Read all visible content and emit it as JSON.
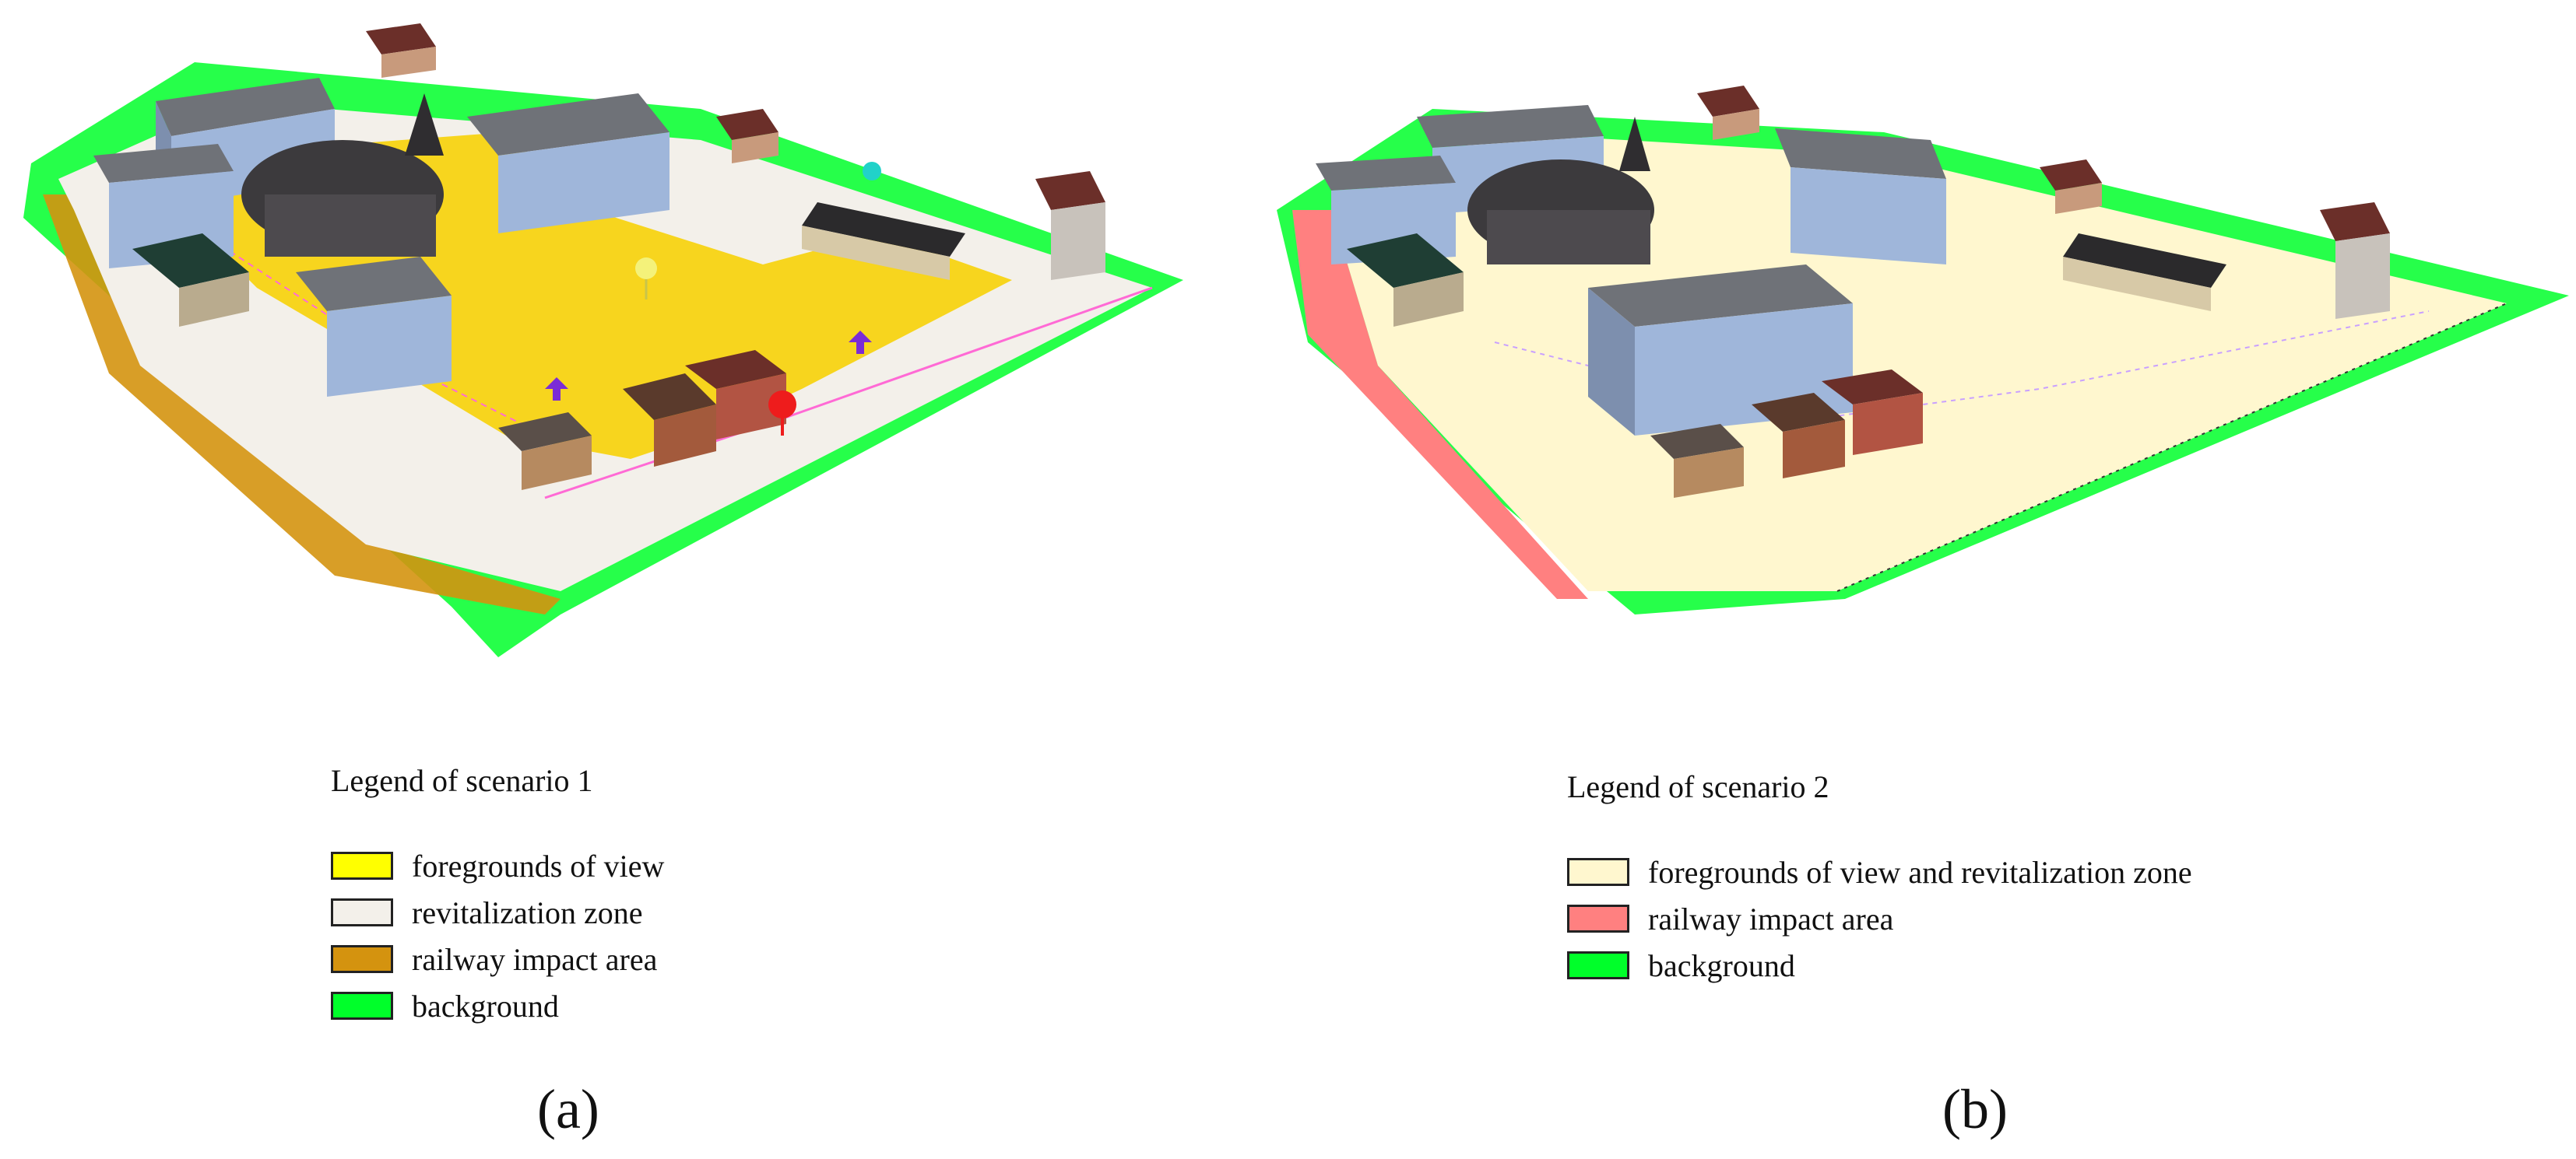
{
  "panels": [
    {
      "id": "a",
      "panel_label": "(a)",
      "legend": {
        "title": "Legend of scenario 1",
        "items": [
          {
            "label": "foregrounds of view",
            "color": "#ffff00"
          },
          {
            "label": "revitalization zone",
            "color": "#f3f0ea"
          },
          {
            "label": "railway impact area",
            "color": "#d4930f"
          },
          {
            "label": "background",
            "color": "#00ff2a"
          }
        ]
      }
    },
    {
      "id": "b",
      "panel_label": "(b)",
      "legend": {
        "title": "Legend of scenario 2",
        "items": [
          {
            "label": "foregrounds of view and revitalization zone",
            "color": "#fff7cf"
          },
          {
            "label": "railway impact area",
            "color": "#ff8080"
          },
          {
            "label": "background",
            "color": "#00ff2a"
          }
        ]
      }
    }
  ],
  "scene_colors": {
    "building_roof": "#6f7278",
    "building_wall": "#9fb6da",
    "house_wall": "#a35a3c",
    "house_roof": "#6b2f29",
    "church": "#3c3a3d",
    "marker_red": "#ee1c1c",
    "marker_yellow": "#f4f27a",
    "marker_cyan": "#21d2c9",
    "marker_purple": "#7b2cd6"
  }
}
